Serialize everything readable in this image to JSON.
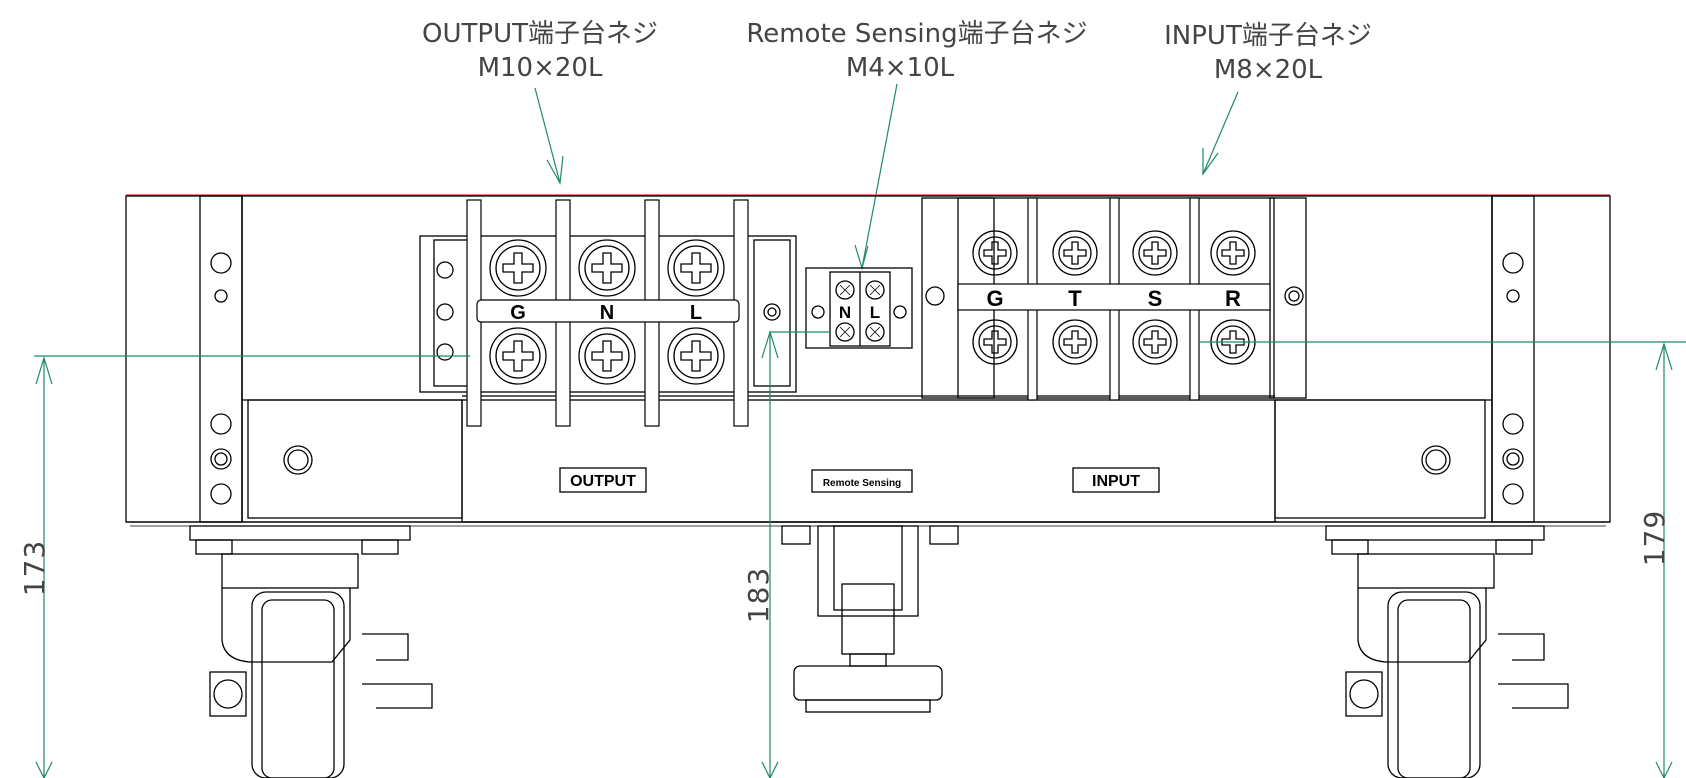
{
  "callouts": {
    "output": {
      "line1": "OUTPUT端子台ネジ",
      "line2": "M10×20L"
    },
    "remote": {
      "line1": "Remote Sensing端子台ネジ",
      "line2": "M4×10L"
    },
    "input": {
      "line1": "INPUT端子台ネジ",
      "line2": "M8×20L"
    }
  },
  "panel_labels": {
    "output": "OUTPUT",
    "remote": "Remote Sensing",
    "input": "INPUT"
  },
  "terminals": {
    "output": [
      "G",
      "N",
      "L"
    ],
    "remote": [
      "N",
      "L"
    ],
    "input": [
      "G",
      "T",
      "S",
      "R"
    ]
  },
  "dimensions": {
    "left": "173",
    "center": "183",
    "right": "179"
  },
  "colors": {
    "dimension_line": "#1f8a6a",
    "top_edge": "#e03030",
    "outline": "#000000"
  }
}
